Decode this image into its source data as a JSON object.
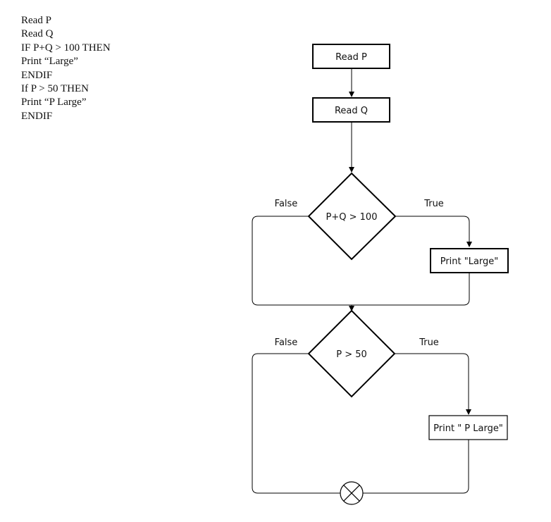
{
  "pseudocode": [
    "Read P",
    "Read Q",
    "IF P+Q > 100 THEN",
    "Print “Large”",
    "ENDIF",
    "If P > 50 THEN",
    "Print “P Large”",
    "ENDIF"
  ],
  "flowchart": {
    "read_p": "Read P",
    "read_q": "Read Q",
    "decision1": "P+Q > 100",
    "decision1_false": "False",
    "decision1_true": "True",
    "print1": "Print \"Large\"",
    "decision2": "P > 50",
    "decision2_false": "False",
    "decision2_true": "True",
    "print2": "Print \" P Large\"",
    "end_symbol": "or-connector-icon"
  }
}
